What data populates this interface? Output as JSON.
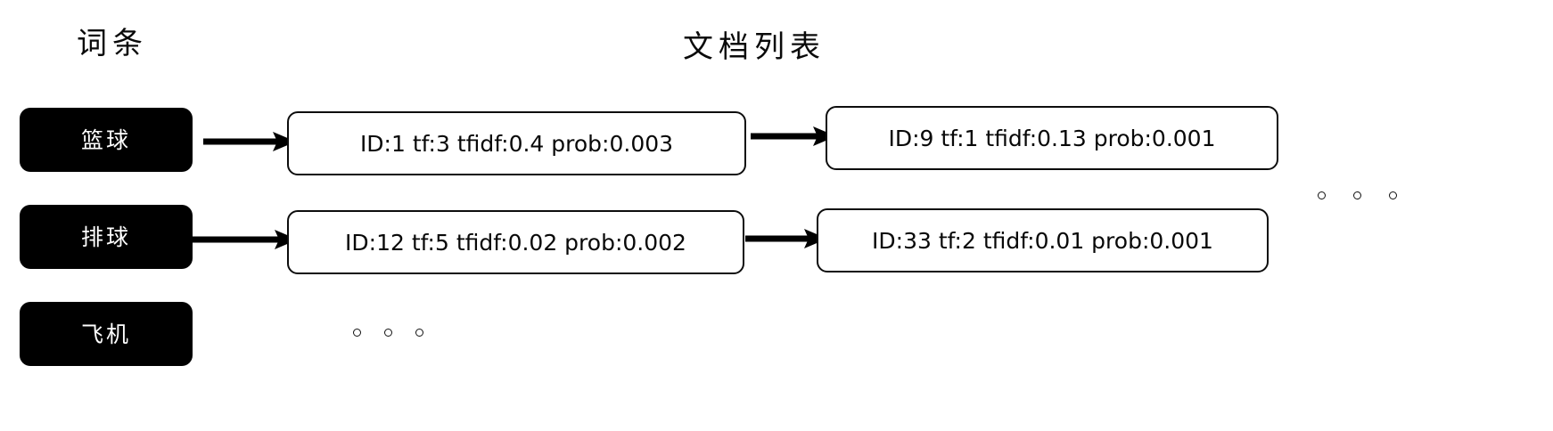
{
  "diagram": {
    "headers": {
      "terms": "词条",
      "documents": "文档列表"
    },
    "rows": [
      {
        "term": "篮球",
        "postings": [
          "ID:1 tf:3 tfidf:0.4 prob:0.003",
          "ID:9 tf:1 tfidf:0.13 prob:0.001"
        ]
      },
      {
        "term": "排球",
        "postings": [
          "ID:12 tf:5 tfidf:0.02 prob:0.002",
          "ID:33 tf:2 tfidf:0.01 prob:0.001"
        ]
      },
      {
        "term": "飞机",
        "postings": []
      }
    ],
    "ellipsis": {
      "rows_continuation": "○ ○ ○",
      "terms_continuation": "○ ○ ○"
    },
    "colors": {
      "term_box_fill": "#000000",
      "term_box_text": "#ffffff",
      "doc_box_fill": "#ffffff",
      "doc_box_border": "#0d0d0d",
      "arrow": "#000000",
      "background": "#ffffff"
    }
  }
}
